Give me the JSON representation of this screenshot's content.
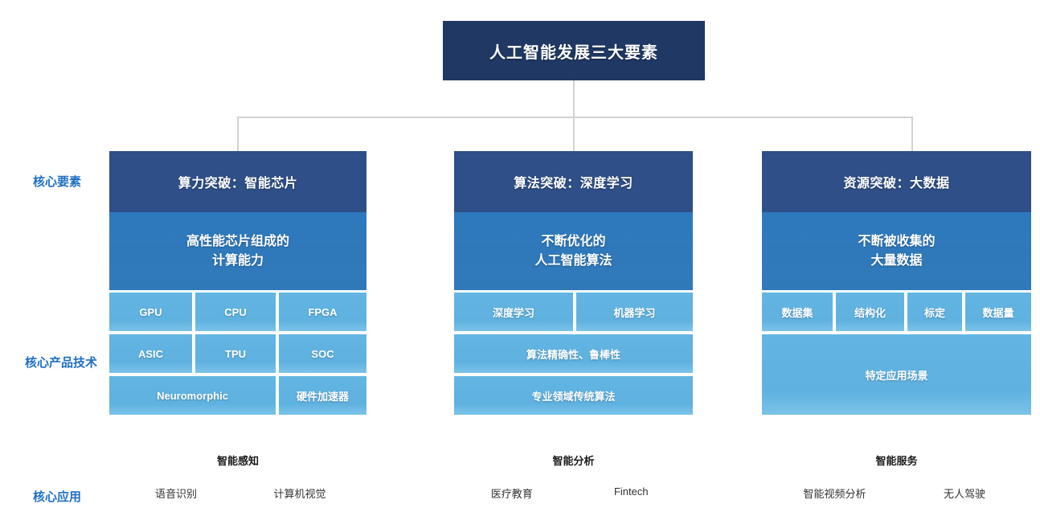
{
  "title": {
    "text": "人工智能发展三大要素"
  },
  "row_labels": [
    {
      "label": "核心要素"
    },
    {
      "label": "核心产品技术"
    },
    {
      "label": "核心应用"
    }
  ],
  "colors": {
    "title_bg": "#1f3864",
    "header_bg": "#2e4f87",
    "sub_bg": "#2e79bd",
    "tile_bg": "#5fb2e0",
    "row_label": "#1f6fc4",
    "connector": "#d2d2d2"
  },
  "columns": [
    {
      "header": "算力突破：智能芯片",
      "sub": "高性能芯片组成的\n计算能力",
      "sub_line1": "高性能芯片组成的",
      "sub_line2": "计算能力",
      "tiles": [
        [
          "GPU",
          "CPU",
          "FPGA"
        ],
        [
          "ASIC",
          "TPU",
          "SOC"
        ],
        [
          "Neuromorphic",
          "硬件加速器"
        ]
      ],
      "caption_title": "智能感知",
      "caption_items": [
        "语音识别",
        "计算机视觉"
      ]
    },
    {
      "header": "算法突破：深度学习",
      "sub": "不断优化的\n人工智能算法",
      "sub_line1": "不断优化的",
      "sub_line2": "人工智能算法",
      "tiles": [
        [
          "深度学习",
          "机器学习"
        ],
        [
          "算法精确性、鲁棒性"
        ],
        [
          "专业领域传统算法"
        ]
      ],
      "caption_title": "智能分析",
      "caption_items": [
        "医疗教育",
        "Fintech"
      ]
    },
    {
      "header": "资源突破：大数据",
      "sub": "不断被收集的\n大量数据",
      "sub_line1": "不断被收集的",
      "sub_line2": "大量数据",
      "tiles": [
        [
          "数据集",
          "结构化",
          "标定",
          "数据量"
        ],
        [
          "特定应用场景"
        ]
      ],
      "caption_title": "智能服务",
      "caption_items": [
        "智能视频分析",
        "无人驾驶"
      ]
    }
  ]
}
